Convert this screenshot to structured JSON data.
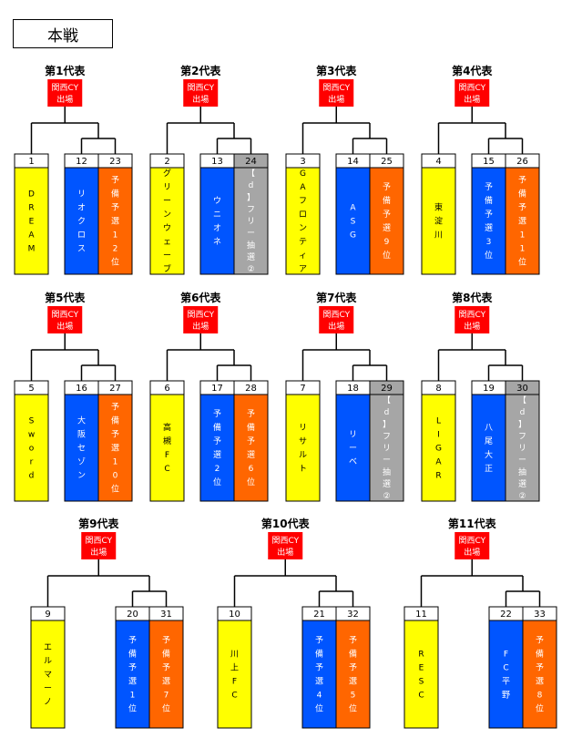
{
  "page_title": "本戦",
  "badge": {
    "line1": "関西CY",
    "line2": "出場",
    "color": "#ff0000"
  },
  "colors": {
    "yellow": "#ffff00",
    "blue": "#0055ff",
    "orange": "#ff6600",
    "gray": "#a6a6a6"
  },
  "chart_data": {
    "type": "table",
    "groups": [
      {
        "rep": "第1代表",
        "teams": [
          {
            "no": "1",
            "name": "DREAM",
            "color": "yellow"
          },
          {
            "no": "12",
            "name": "リオクロス",
            "color": "blue"
          },
          {
            "no": "23",
            "name": "予備予選12位",
            "color": "orange"
          }
        ]
      },
      {
        "rep": "第2代表",
        "teams": [
          {
            "no": "2",
            "name": "グリーンウェーブ",
            "color": "yellow"
          },
          {
            "no": "13",
            "name": "ウニオネ",
            "color": "blue"
          },
          {
            "no": "24",
            "name": "【d】フリー抽選②",
            "color": "gray"
          }
        ]
      },
      {
        "rep": "第3代表",
        "teams": [
          {
            "no": "3",
            "name": "GAフロンティア",
            "color": "yellow"
          },
          {
            "no": "14",
            "name": "ASG",
            "color": "blue"
          },
          {
            "no": "25",
            "name": "予備予選9位",
            "color": "orange"
          }
        ]
      },
      {
        "rep": "第4代表",
        "teams": [
          {
            "no": "4",
            "name": "東淀川",
            "color": "yellow"
          },
          {
            "no": "15",
            "name": "予備予選3位",
            "color": "blue"
          },
          {
            "no": "26",
            "name": "予備予選11位",
            "color": "orange"
          }
        ]
      },
      {
        "rep": "第5代表",
        "teams": [
          {
            "no": "5",
            "name": "Sword",
            "color": "yellow"
          },
          {
            "no": "16",
            "name": "大阪セゾン",
            "color": "blue"
          },
          {
            "no": "27",
            "name": "予備予選10位",
            "color": "orange"
          }
        ]
      },
      {
        "rep": "第6代表",
        "teams": [
          {
            "no": "6",
            "name": "高槻FC",
            "color": "yellow"
          },
          {
            "no": "17",
            "name": "予備予選2位",
            "color": "blue"
          },
          {
            "no": "28",
            "name": "予備予選6位",
            "color": "orange"
          }
        ]
      },
      {
        "rep": "第7代表",
        "teams": [
          {
            "no": "7",
            "name": "リサルト",
            "color": "yellow"
          },
          {
            "no": "18",
            "name": "リーベ",
            "color": "blue"
          },
          {
            "no": "29",
            "name": "【d】フリー抽選②",
            "color": "gray"
          }
        ]
      },
      {
        "rep": "第8代表",
        "teams": [
          {
            "no": "8",
            "name": "LIGAR",
            "color": "yellow"
          },
          {
            "no": "19",
            "name": "八尾大正",
            "color": "blue"
          },
          {
            "no": "30",
            "name": "【d】フリー抽選②",
            "color": "gray"
          }
        ]
      },
      {
        "rep": "第9代表",
        "teams": [
          {
            "no": "9",
            "name": "エルマーノ",
            "color": "yellow"
          },
          {
            "no": "20",
            "name": "予備予選1位",
            "color": "blue"
          },
          {
            "no": "31",
            "name": "予備予選7位",
            "color": "orange"
          }
        ]
      },
      {
        "rep": "第10代表",
        "teams": [
          {
            "no": "10",
            "name": "川上FC",
            "color": "yellow"
          },
          {
            "no": "21",
            "name": "予備予選4位",
            "color": "blue"
          },
          {
            "no": "32",
            "name": "予備予選5位",
            "color": "orange"
          }
        ]
      },
      {
        "rep": "第11代表",
        "teams": [
          {
            "no": "11",
            "name": "RESC",
            "color": "yellow"
          },
          {
            "no": "22",
            "name": "FC平野",
            "color": "blue"
          },
          {
            "no": "33",
            "name": "予備予選8位",
            "color": "orange"
          }
        ]
      }
    ]
  }
}
